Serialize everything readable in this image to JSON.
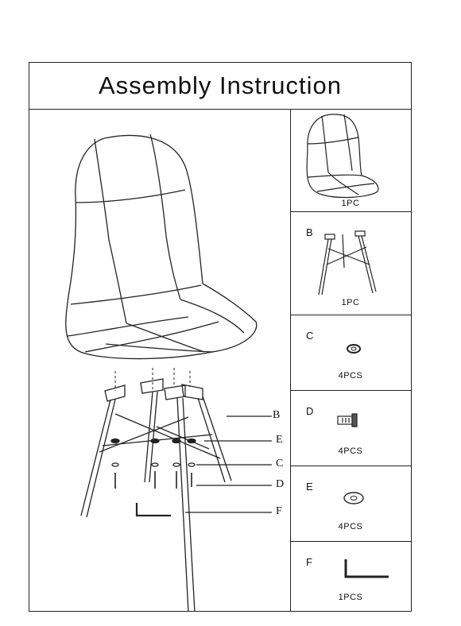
{
  "document": {
    "title": "Assembly Instruction"
  },
  "callouts": {
    "B": "B",
    "E": "E",
    "C": "C",
    "D": "D",
    "F": "F"
  },
  "parts": [
    {
      "letter": "",
      "qty": "1PC",
      "icon": "chair-seat-icon"
    },
    {
      "letter": "B",
      "qty": "1PC",
      "icon": "chair-base-icon"
    },
    {
      "letter": "C",
      "qty": "4PCS",
      "icon": "spring-washer-icon"
    },
    {
      "letter": "D",
      "qty": "4PCS",
      "icon": "screw-icon"
    },
    {
      "letter": "E",
      "qty": "4PCS",
      "icon": "flat-washer-icon"
    },
    {
      "letter": "F",
      "qty": "1PCS",
      "icon": "allen-key-icon"
    }
  ]
}
